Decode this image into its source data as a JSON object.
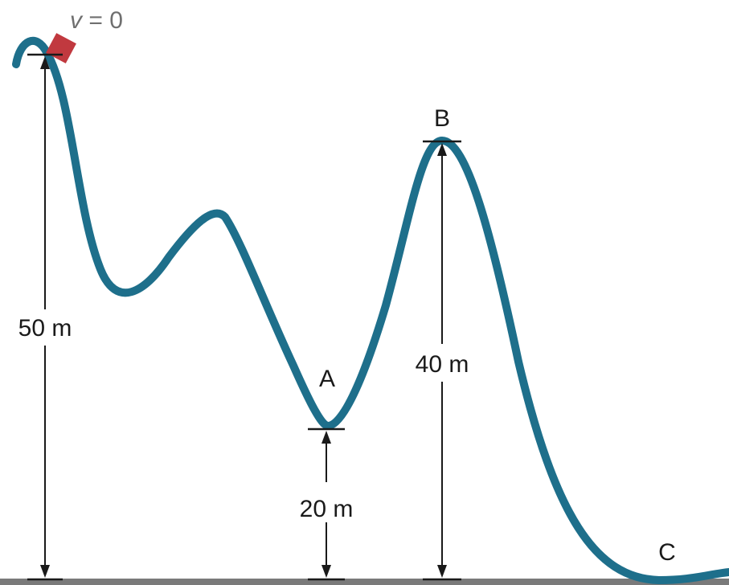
{
  "colors": {
    "track": "#1e6f8b",
    "car": "#c1393f",
    "ground": "#7a7a7a",
    "label_text": "#1a1a1a",
    "velocity_text": "#6f6f6f"
  },
  "icons": {
    "car": "red-square-car-icon"
  },
  "labels": {
    "velocity_var": "v",
    "velocity_eq": " = 0",
    "point_a": "A",
    "point_b": "B",
    "point_c": "C"
  },
  "heights": [
    {
      "label": "50 m",
      "value": 50,
      "unit": "m"
    },
    {
      "label": "20 m",
      "value": 20,
      "unit": "m"
    },
    {
      "label": "40 m",
      "value": 40,
      "unit": "m"
    }
  ]
}
